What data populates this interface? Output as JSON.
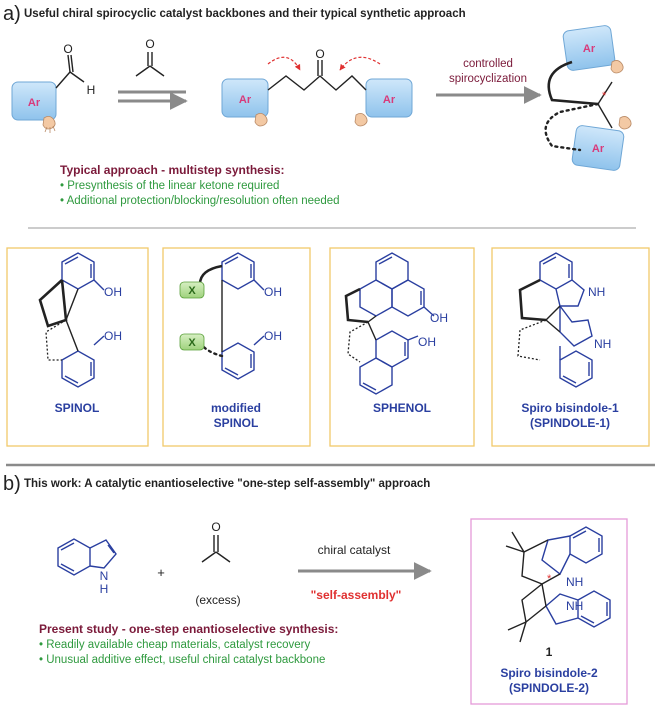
{
  "section_a": {
    "letter": "a)",
    "title": "Useful chiral spirocyclic catalyst backbones and their typical synthetic approach",
    "ar_label": "Ar",
    "aldehyde_h": "H",
    "ketone_o": "O",
    "spiro_star": "*",
    "controlled_label_line1": "controlled",
    "controlled_label_line2": "spirocyclization",
    "approach_title": "Typical approach - multistep synthesis:",
    "approach_points": [
      "• Presynthesis of the linear ketone required",
      "• Additional protection/blocking/resolution often needed"
    ],
    "catalysts": [
      {
        "name_line1": "SPINOL",
        "name_line2": ""
      },
      {
        "name_line1": "modified",
        "name_line2": "SPINOL"
      },
      {
        "name_line1": "SPHENOL",
        "name_line2": ""
      },
      {
        "name_line1": "Spiro bisindole-1",
        "name_line2": "(SPINDOLE-1)"
      }
    ],
    "oh_label": "OH",
    "nh_label": "NH",
    "x_label": "X"
  },
  "section_b": {
    "letter": "b)",
    "title": "This work: A catalytic enantioselective \"one-step self-assembly\" approach",
    "indole_h": "H",
    "indole_n": "N",
    "plus": "+",
    "acetone_o": "O",
    "excess": "(excess)",
    "catalyst_label": "chiral catalyst",
    "self_assembly": "\"self-assembly\"",
    "product_number": "1",
    "product_nh_top": "NH",
    "product_nh_bottom": "NH",
    "product_star": "*",
    "product_name_line1": "Spiro bisindole-2",
    "product_name_line2": "(SPINDOLE-2)",
    "study_title": "Present study - one-step enantioselective synthesis:",
    "study_points": [
      "• Readily available cheap materials, catalyst recovery",
      "• Unusual additive effect, useful chiral catalyst backbone"
    ]
  },
  "colors": {
    "maroon": "#7b1a3a",
    "green": "#2f9a3f",
    "blue": "#2a3fa0",
    "red": "#e03030",
    "box_fill": "#a9d4f2",
    "box_stroke": "#6fa7d6",
    "gold": "#f2c96a",
    "pink": "#e59ad8",
    "gray": "#8a8a8a"
  }
}
